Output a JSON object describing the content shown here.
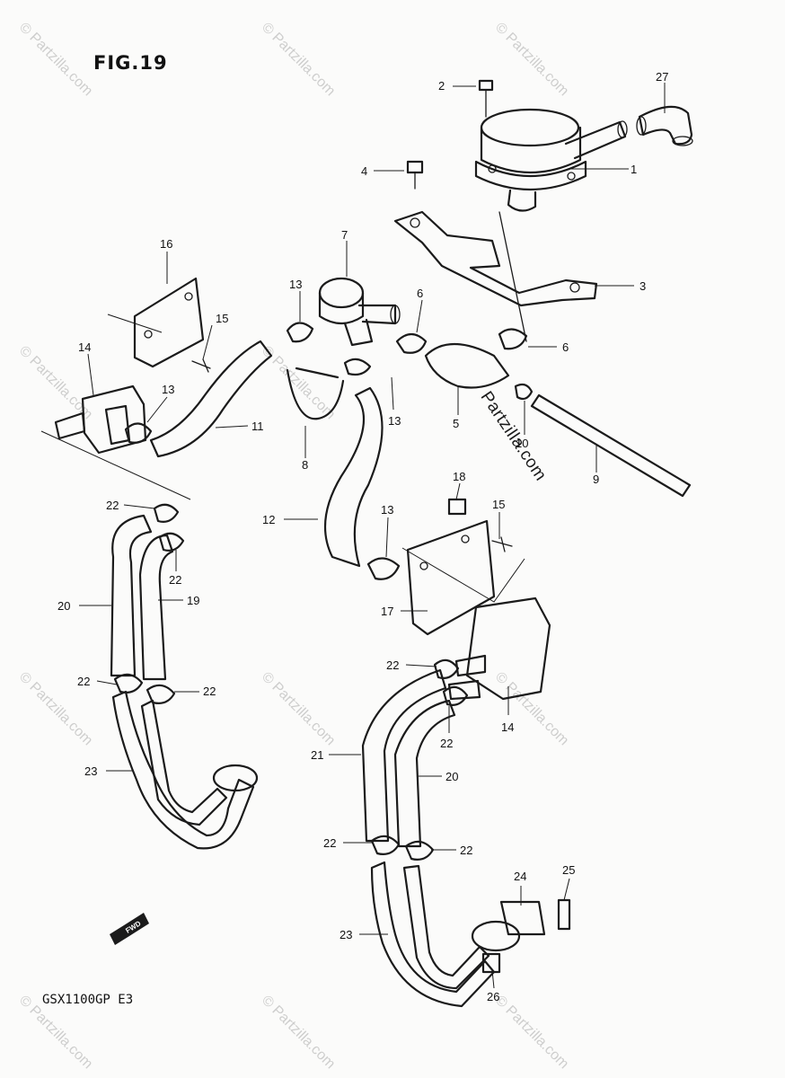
{
  "figure": {
    "title": "FIG.19",
    "model": "GSX1100GP E3",
    "center_watermark": "Partzilla.com",
    "watermark_text": "© Partzilla.com",
    "arrow_label": "FWD"
  },
  "callouts": {
    "c1": "1",
    "c2": "2",
    "c3": "3",
    "c4": "4",
    "c5": "5",
    "c6a": "6",
    "c6b": "6",
    "c7": "7",
    "c8": "8",
    "c9": "9",
    "c10": "10",
    "c11": "11",
    "c12": "12",
    "c13a": "13",
    "c13b": "13",
    "c13c": "13",
    "c13d": "13",
    "c14a": "14",
    "c14b": "14",
    "c15a": "15",
    "c15b": "15",
    "c16": "16",
    "c17": "17",
    "c18": "18",
    "c19": "19",
    "c20a": "20",
    "c20b": "20",
    "c21": "21",
    "c22a": "22",
    "c22b": "22",
    "c22c": "22",
    "c22d": "22",
    "c22e": "22",
    "c22f": "22",
    "c22g": "22",
    "c22h": "22",
    "c23a": "23",
    "c23b": "23",
    "c24": "24",
    "c25": "25",
    "c26": "26",
    "c27": "27"
  }
}
